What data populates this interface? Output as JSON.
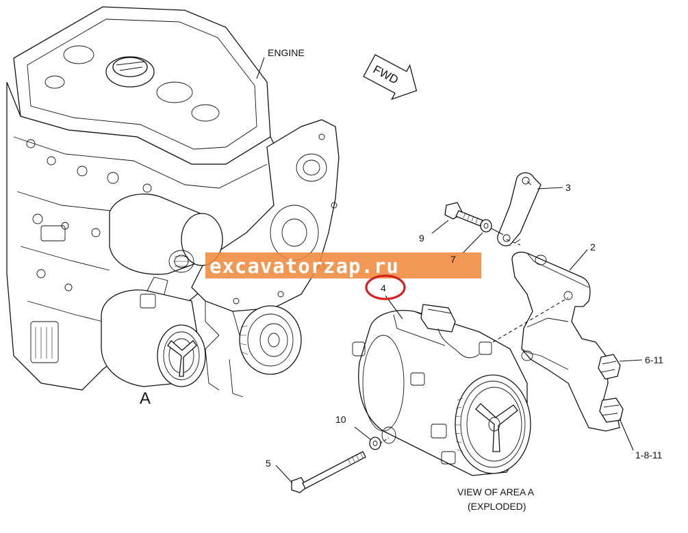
{
  "labels": {
    "engine": "ENGINE",
    "fwd": "FWD",
    "area": "A",
    "view_line1": "VIEW OF AREA A",
    "view_line2": "(EXPLODED)"
  },
  "callouts": {
    "p1": "1-8-11",
    "p2": "2",
    "p3": "3",
    "p4": "4",
    "p5": "5",
    "p6": "6-11",
    "p7": "7",
    "p9": "9",
    "p10": "10"
  },
  "watermark": {
    "text": "excavatorzap.ru",
    "color": "#f08a3c"
  },
  "highlight_color": "#d42020"
}
